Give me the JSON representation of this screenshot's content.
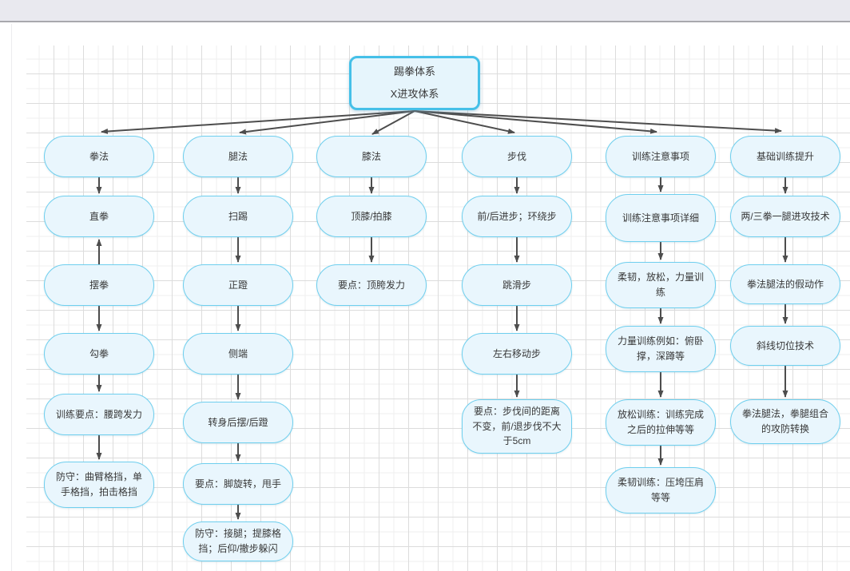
{
  "root": {
    "title_line1": "踢拳体系",
    "title_line2": "X进攻体系"
  },
  "columns": [
    {
      "title": "拳法",
      "nodes": [
        {
          "label": "拳法"
        },
        {
          "label": "直拳"
        },
        {
          "label": "摆拳"
        },
        {
          "label": "勾拳"
        },
        {
          "label": "训练要点：腰跨发力"
        },
        {
          "label": "防守：曲臂格挡，单手格挡，拍击格挡"
        }
      ]
    },
    {
      "title": "腿法",
      "nodes": [
        {
          "label": "腿法"
        },
        {
          "label": "扫踢"
        },
        {
          "label": "正蹬"
        },
        {
          "label": "侧端"
        },
        {
          "label": "转身后摆/后蹬"
        },
        {
          "label": "要点：脚旋转，甩手"
        },
        {
          "label": "防守：接腿；提膝格挡；后仰/撤步躲闪"
        }
      ]
    },
    {
      "title": "膝法",
      "nodes": [
        {
          "label": "膝法"
        },
        {
          "label": "顶膝/拍膝"
        },
        {
          "label": "要点：顶胯发力"
        }
      ]
    },
    {
      "title": "步伐",
      "nodes": [
        {
          "label": "步伐"
        },
        {
          "label": "前/后进步；环绕步"
        },
        {
          "label": "跳滑步"
        },
        {
          "label": "左右移动步"
        },
        {
          "label": "要点：步伐间的距离不变，前/退步伐不大于5cm"
        }
      ]
    },
    {
      "title": "训练注意事项",
      "nodes": [
        {
          "label": "训练注意事项"
        },
        {
          "label": "训练注意事项详细"
        },
        {
          "label": "柔韧，放松，力量训练"
        },
        {
          "label": "力量训练例如：俯卧撑，深蹲等"
        },
        {
          "label": "放松训练：训练完成之后的拉伸等等"
        },
        {
          "label": "柔韧训练：压垮压肩等等"
        }
      ]
    },
    {
      "title": "基础训练提升",
      "nodes": [
        {
          "label": "基础训练提升"
        },
        {
          "label": "两/三拳一腿进攻技术"
        },
        {
          "label": "拳法腿法的假动作"
        },
        {
          "label": "斜线切位技术"
        },
        {
          "label": "拳法腿法，拳腿组合的攻防转换"
        }
      ]
    }
  ],
  "colors": {
    "node_fill": "#e9f6fd",
    "node_border": "#6fcfee",
    "root_border": "#45c0e8",
    "arrow": "#4d4d4d",
    "grid_minor": "#efefef",
    "grid_major": "#dcdcdc",
    "top_bar": "#e9e9ef"
  }
}
